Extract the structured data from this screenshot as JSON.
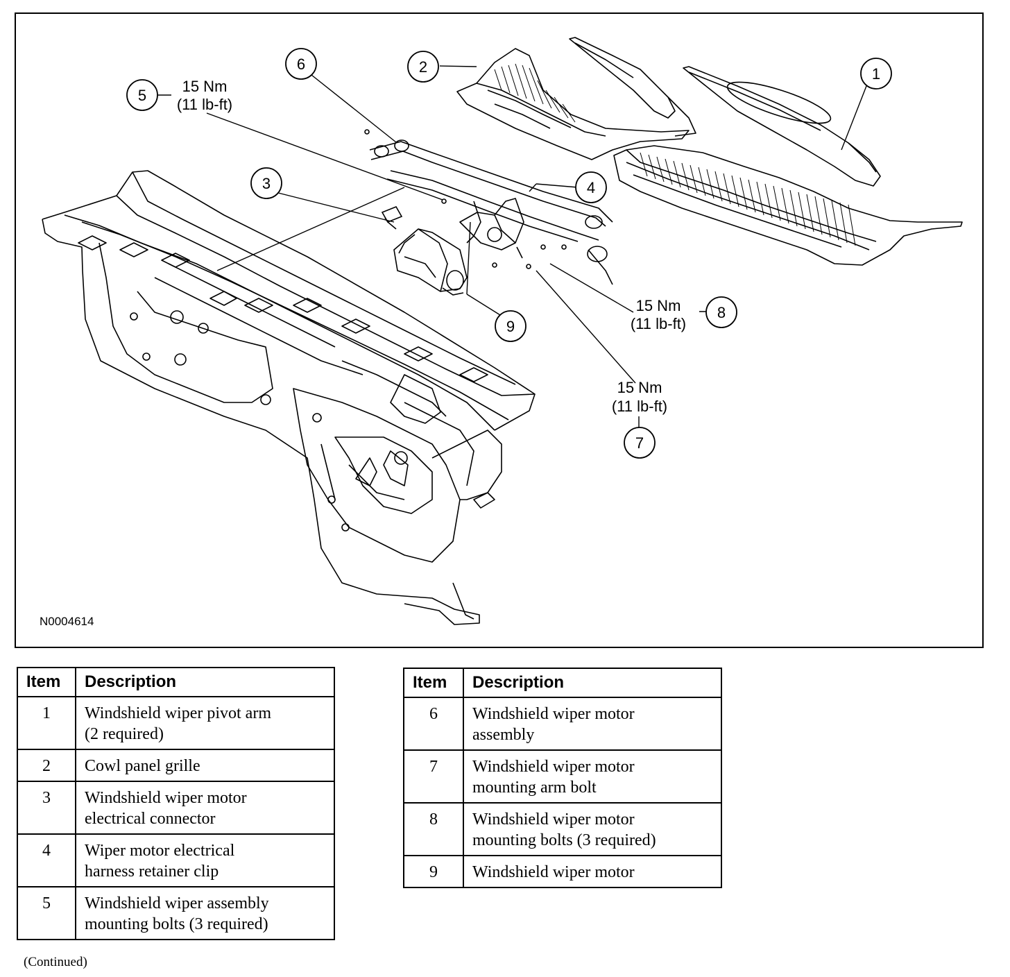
{
  "figure": {
    "figure_id": "N0004614",
    "callouts": [
      {
        "num": "1"
      },
      {
        "num": "2"
      },
      {
        "num": "3"
      },
      {
        "num": "4"
      },
      {
        "num": "5"
      },
      {
        "num": "6"
      },
      {
        "num": "7"
      },
      {
        "num": "8"
      },
      {
        "num": "9"
      }
    ],
    "torque_labels": {
      "item5": {
        "nm": "15 Nm",
        "lbft": "(11 lb-ft)"
      },
      "item8": {
        "nm": "15 Nm",
        "lbft": "(11 lb-ft)"
      },
      "item7": {
        "nm": "15 Nm",
        "lbft": "(11 lb-ft)"
      }
    }
  },
  "legend_left": {
    "headers": {
      "item": "Item",
      "description": "Description"
    },
    "rows": [
      {
        "item": "1",
        "line1": "Windshield wiper pivot arm",
        "line2": "(2 required)"
      },
      {
        "item": "2",
        "line1": "Cowl panel grille",
        "line2": ""
      },
      {
        "item": "3",
        "line1": "Windshield wiper motor",
        "line2": "electrical connector"
      },
      {
        "item": "4",
        "line1": "Wiper motor electrical",
        "line2": "harness retainer clip"
      },
      {
        "item": "5",
        "line1": "Windshield wiper assembly",
        "line2": "mounting bolts (3 required)"
      }
    ]
  },
  "legend_right": {
    "headers": {
      "item": "Item",
      "description": "Description"
    },
    "rows": [
      {
        "item": "6",
        "line1": "Windshield wiper motor",
        "line2": "assembly"
      },
      {
        "item": "7",
        "line1": "Windshield wiper motor",
        "line2": "mounting arm bolt"
      },
      {
        "item": "8",
        "line1": "Windshield wiper motor",
        "line2": "mounting bolts (3 required)"
      },
      {
        "item": "9",
        "line1": "Windshield wiper motor",
        "line2": ""
      }
    ]
  },
  "footer": {
    "continued": "(Continued)"
  }
}
